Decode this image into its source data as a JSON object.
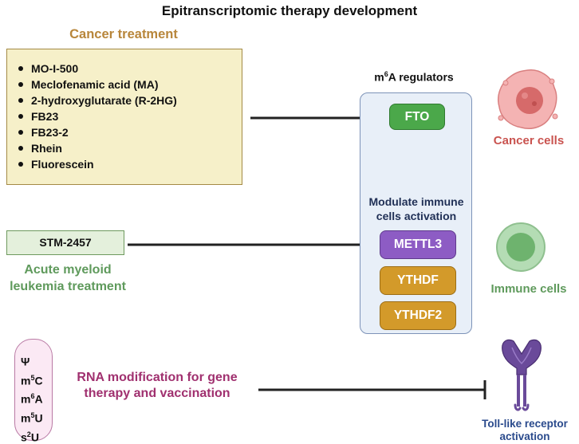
{
  "title": "Epitranscriptomic therapy development",
  "cancer_treatment": {
    "heading": "Cancer treatment",
    "drugs": [
      "MO-I-500",
      "Meclofenamic acid (MA)",
      "2-hydroxyglutarate (R-2HG)",
      "FB23",
      "FB23-2",
      "Rhein",
      "Fluorescein"
    ]
  },
  "regulators": {
    "heading_prefix": "m",
    "heading_sup": "6",
    "heading_suffix": "A regulators",
    "fto": "FTO",
    "modulate_label_line1": "Modulate immune",
    "modulate_label_line2": "cells activation",
    "mettl3": "METTL3",
    "ythdf": "YTHDF",
    "ythdf2": "YTHDF2"
  },
  "cells": {
    "cancer": "Cancer cells",
    "immune": "Immune cells"
  },
  "aml": {
    "drug": "STM-2457",
    "label_line1": "Acute myeloid",
    "label_line2": "leukemia treatment"
  },
  "rna_mod": {
    "mods": [
      {
        "base": "Ψ",
        "sup": "",
        "tail": ""
      },
      {
        "base": "m",
        "sup": "5",
        "tail": "C"
      },
      {
        "base": "m",
        "sup": "6",
        "tail": "A"
      },
      {
        "base": "m",
        "sup": "5",
        "tail": "U"
      },
      {
        "base": "s",
        "sup": "2",
        "tail": "U"
      }
    ],
    "label_line1": "RNA modification for gene",
    "label_line2": "therapy and vaccination"
  },
  "tlr": {
    "label_line1": "Toll-like receptor",
    "label_line2": "activation"
  },
  "colors": {
    "fto": "#4ba84a",
    "mettl3": "#8d5cc4",
    "ythdf": "#d39a2a",
    "cancer_text": "#c9534f",
    "immune_text": "#5f9a5c",
    "rna_text": "#a0306f",
    "up_arrow": "#a83232"
  },
  "icons": {
    "cancer_cell": "cancer-cell-icon",
    "immune_cell": "immune-cell-icon",
    "receptor": "toll-like-receptor-icon",
    "up_arrow": "up-arrow-icon"
  }
}
